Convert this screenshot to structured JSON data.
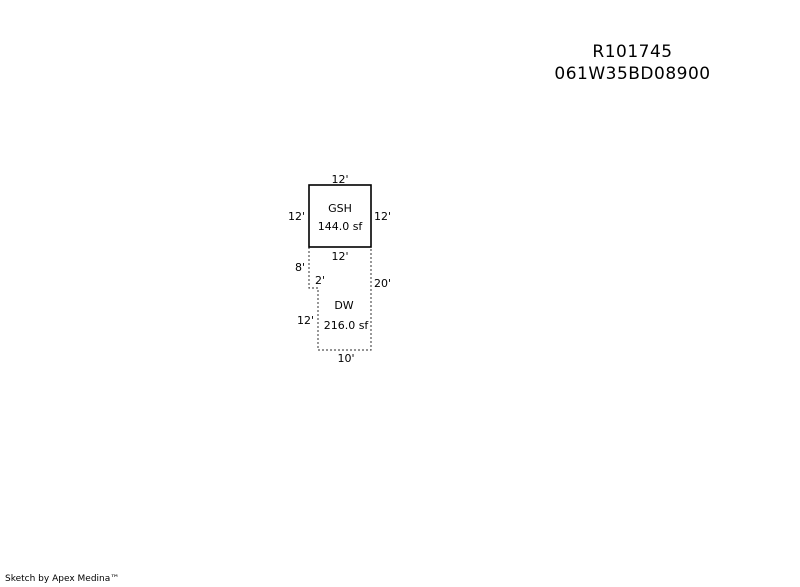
{
  "header": {
    "parcel_id": "R101745",
    "map_number": "061W35BD08900"
  },
  "areas": [
    {
      "code": "GSH",
      "area": "144.0 sf",
      "line": "solid",
      "dims": {
        "top": "12'",
        "left": "12'",
        "right": "12'",
        "bottom": "12'"
      }
    },
    {
      "code": "DW",
      "area": "216.0 sf",
      "line": "dotted",
      "dims": {
        "left_upper": "8'",
        "notch": "2'",
        "right": "20'",
        "left_lower": "12'",
        "bottom": "10'"
      }
    }
  ],
  "footer": {
    "credit": "Sketch by Apex Medina™"
  }
}
